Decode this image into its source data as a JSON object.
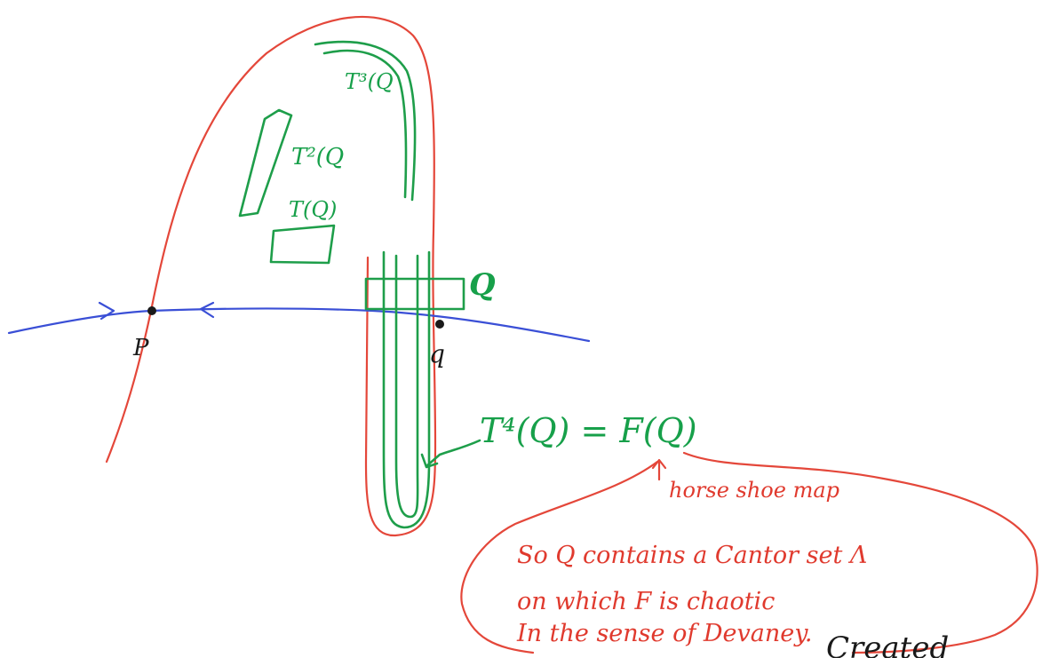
{
  "labels": {
    "t3": "T³(Q",
    "t2": "T²(Q",
    "t1": "T(Q)",
    "q": "Q",
    "p_point": "P",
    "q_point": "q",
    "equation": "T⁴(Q) = F(Q)",
    "horseshoe": "horse shoe  map",
    "note_line1": "So Q contains a Cantor set Λ",
    "note_line2": "on which F is chaotic",
    "note_line3": "In the sense of Devaney.",
    "cut_text": "Created"
  },
  "colors": {
    "red": "#e03a2e",
    "green": "#17a04a",
    "blue": "#3a4fd6",
    "black": "#1a1a1a"
  }
}
